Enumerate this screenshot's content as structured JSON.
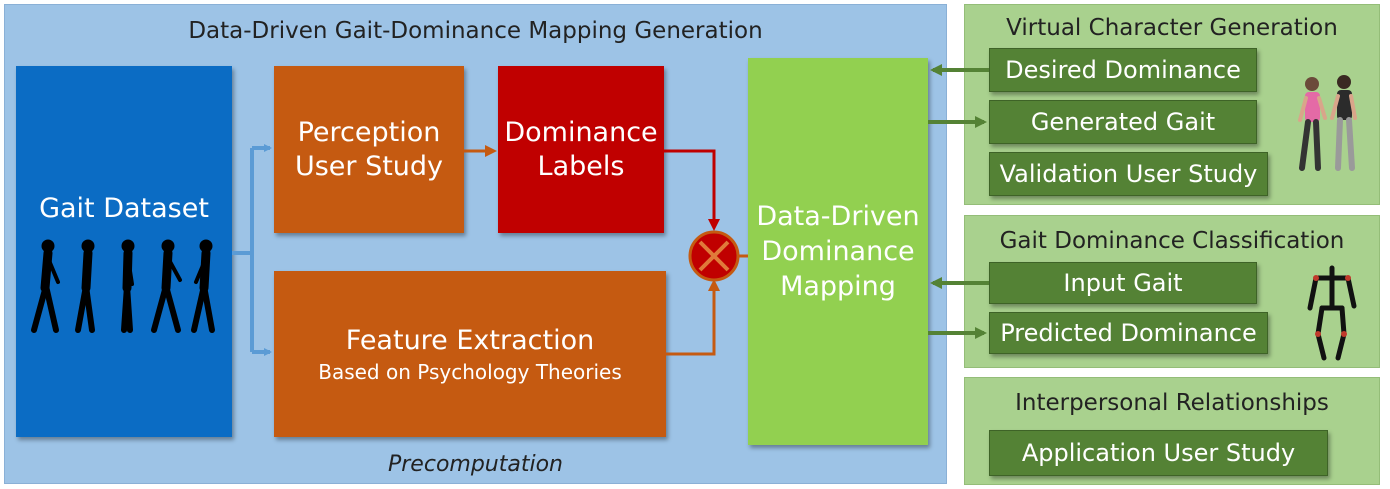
{
  "precomputation": {
    "title": "Data-Driven Gait-Dominance Mapping Generation",
    "footer": "Precomputation",
    "gait_dataset": "Gait Dataset",
    "perception_line1": "Perception",
    "perception_line2": "User Study",
    "labels_line1": "Dominance",
    "labels_line2": "Labels",
    "feature_line1": "Feature Extraction",
    "feature_line2": "Based on Psychology Theories",
    "mapping_line1": "Data-Driven",
    "mapping_line2": "Dominance",
    "mapping_line3": "Mapping"
  },
  "virtual_character": {
    "title": "Virtual Character Generation",
    "items": [
      "Desired Dominance",
      "Generated Gait",
      "Validation User Study"
    ]
  },
  "classification": {
    "title": "Gait Dominance Classification",
    "items": [
      "Input Gait",
      "Predicted Dominance"
    ]
  },
  "relationships": {
    "title": "Interpersonal Relationships",
    "items": [
      "Application User Study"
    ]
  },
  "icons": {
    "walkers": "walking-silhouette-icon",
    "combine": "multiply-combine-icon",
    "characters": "virtual-characters-icon",
    "skeleton": "skeleton-icon"
  },
  "colors": {
    "panel_blue": "#9dc3e6",
    "dataset_blue": "#0b6cc4",
    "orange": "#c55a11",
    "red": "#c00000",
    "light_green": "#92d050",
    "green_button": "#548235",
    "side_panel": "#a9d18e"
  }
}
